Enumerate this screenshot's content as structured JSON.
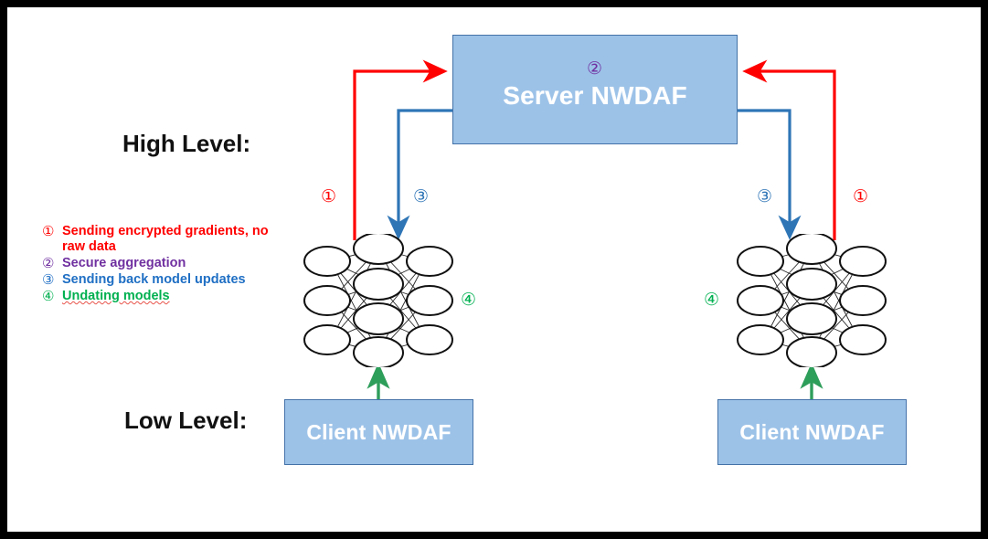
{
  "diagram": {
    "title_high": "High Level:",
    "title_low": "Low Level:",
    "server": {
      "label": "Server NWDAF",
      "step": "②"
    },
    "clients": [
      {
        "label": "Client NWDAF"
      },
      {
        "label": "Client NWDAF"
      }
    ],
    "arrow_labels": {
      "left_up": "①",
      "left_down": "③",
      "right_down": "③",
      "right_up": "①",
      "left_update": "④",
      "right_update": "④"
    },
    "legend": [
      {
        "num": "①",
        "text": "Sending encrypted gradients, no raw data",
        "color": "#FF0000"
      },
      {
        "num": "②",
        "text": "Secure aggregation",
        "color": "#7030A0"
      },
      {
        "num": "③",
        "text": "Sending back model updates",
        "color": "#1F6FC4"
      },
      {
        "num": "④",
        "text": "Undating models",
        "color": "#00B050"
      }
    ],
    "colors": {
      "red": "#FF0000",
      "blue": "#2E75B6",
      "green": "#2E9E5B",
      "purple": "#7030A0",
      "box_fill": "#9CC2E8",
      "box_stroke": "#4472A8",
      "frame": "#000000",
      "text_dark": "#111111"
    },
    "neural_net": {
      "layers": [
        3,
        4,
        3
      ],
      "node_shape": "ellipse"
    }
  }
}
